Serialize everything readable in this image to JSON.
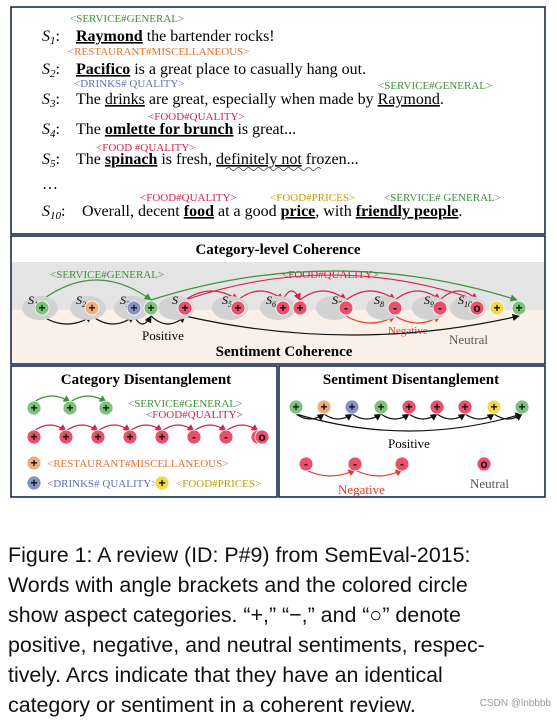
{
  "sentences": [
    {
      "id": "S1",
      "label": "1",
      "parts": [
        "",
        "Raymond",
        " the bartender rocks!"
      ],
      "tags": [
        "<SERVICE#GENERAL>"
      ]
    },
    {
      "id": "S2",
      "label": "2",
      "parts": [
        "",
        "Pacifico",
        " is a great place to casually hang out."
      ],
      "tags": [
        "<RESTAURANT#MISCELLANEOUS>"
      ]
    },
    {
      "id": "S3",
      "label": "3",
      "parts": [
        "The ",
        "drinks",
        " are great, especially when made by ",
        "Raymond",
        "."
      ],
      "tags": [
        "<DRINKS# QUALITY>",
        "<SERVICE#GENERAL>"
      ]
    },
    {
      "id": "S4",
      "label": "4",
      "parts": [
        "The ",
        "omlette for brunch",
        " is great..."
      ],
      "tags": [
        "<FOOD#QUALITY>"
      ]
    },
    {
      "id": "S5",
      "label": "5",
      "parts": [
        "The ",
        "spinach",
        " is fresh, ",
        "definitely not",
        " frozen..."
      ],
      "tags": [
        "<FOOD #QUALITY>"
      ]
    },
    {
      "id": "S10",
      "label": "10",
      "parts": [
        "Overall, decent ",
        "food",
        " at a good ",
        "price",
        ", with ",
        "friendly people",
        "."
      ],
      "tags": [
        "<FOOD#QUALITY>",
        "<FOOD#PRICES>",
        "<SERVICE# GENERAL>"
      ]
    }
  ],
  "ellipsis": "…",
  "coherence": {
    "category_title": "Category-level Coherence",
    "sentiment_title": "Sentiment Coherence",
    "service_label": "<SERVICE#GENERAL>",
    "food_label": "<FOOD#QUALITY>",
    "positive_label": "Positive",
    "negative_label": "Negative",
    "neutral_label": "Neutral",
    "nodes": [
      {
        "label": "1",
        "sign": "+",
        "color": "#7cc27a"
      },
      {
        "label": "2",
        "sign": "+",
        "color": "#f0ad7a"
      },
      {
        "label": "3",
        "sign": "+",
        "color": "#8591c9"
      },
      {
        "label": "3",
        "sign": "+",
        "color": "#7cc27a"
      },
      {
        "label": "4",
        "sign": "+",
        "color": "#e8506c"
      },
      {
        "label": "5",
        "sign": "+",
        "color": "#e8506c"
      },
      {
        "label": "6",
        "sign": "+",
        "color": "#e8506c"
      },
      {
        "label": "6",
        "sign": "+",
        "color": "#e8506c"
      },
      {
        "label": "7",
        "sign": "-",
        "color": "#e8506c"
      },
      {
        "label": "8",
        "sign": "-",
        "color": "#e8506c"
      },
      {
        "label": "9",
        "sign": "-",
        "color": "#e8506c"
      },
      {
        "label": "10",
        "sign": "o",
        "color": "#e8506c"
      },
      {
        "label": "10",
        "sign": "+",
        "color": "#f3d84a"
      },
      {
        "label": "10",
        "sign": "+",
        "color": "#7cc27a"
      }
    ]
  },
  "category_dis": {
    "title": "Category Disentanglement",
    "service_label": "<SERVICE#GENERAL>",
    "food_label": "<FOOD#QUALITY>",
    "restaurant_label": "<RESTAURANT#MISCELLANEOUS>",
    "drinks_label": "<DRINKS# QUALITY>",
    "prices_label": "<FOOD#PRICES>",
    "green_row": [
      "+",
      "+",
      "+"
    ],
    "pink_row": [
      "+",
      "+",
      "+",
      "+",
      "+",
      "-",
      "-",
      "-",
      "o"
    ],
    "orange_sign": "+",
    "blue_sign": "+",
    "yellow_sign": "+"
  },
  "sentiment_dis": {
    "title": "Sentiment Disentanglement",
    "positive_label": "Positive",
    "negative_label": "Negative",
    "neutral_label": "Neutral",
    "positive_nodes": [
      {
        "sign": "+",
        "color": "#7cc27a"
      },
      {
        "sign": "+",
        "color": "#f0ad7a"
      },
      {
        "sign": "+",
        "color": "#8591c9"
      },
      {
        "sign": "+",
        "color": "#7cc27a"
      },
      {
        "sign": "+",
        "color": "#e8506c"
      },
      {
        "sign": "+",
        "color": "#e8506c"
      },
      {
        "sign": "+",
        "color": "#e8506c"
      },
      {
        "sign": "+",
        "color": "#f3d84a"
      },
      {
        "sign": "+",
        "color": "#7cc27a"
      }
    ],
    "negative_nodes": [
      "-",
      "-",
      "-"
    ],
    "neutral_sign": "o"
  },
  "colors": {
    "service": "#3f8f3a",
    "restaurant": "#e2722e",
    "drinks": "#5a70b5",
    "food": "#d8204a",
    "prices": "#c69a00",
    "pos_green": "#7cc27a",
    "neg_pink": "#e8506c",
    "coh_gray": "#e4e4e4",
    "coh_peach": "#fbf0e8"
  },
  "caption_lines": [
    "Figure 1: A review (ID: P#9) from SemEval-2015:",
    "Words with angle brackets and the colored circle",
    "show aspect categories. “+,” “−,” and “○” denote",
    "positive, negative, and neutral sentiments, respec-",
    "tively.  Arcs indicate that they have an identical",
    "category or sentiment in a coherent review."
  ],
  "watermark": "CSDN @lnbbbb"
}
